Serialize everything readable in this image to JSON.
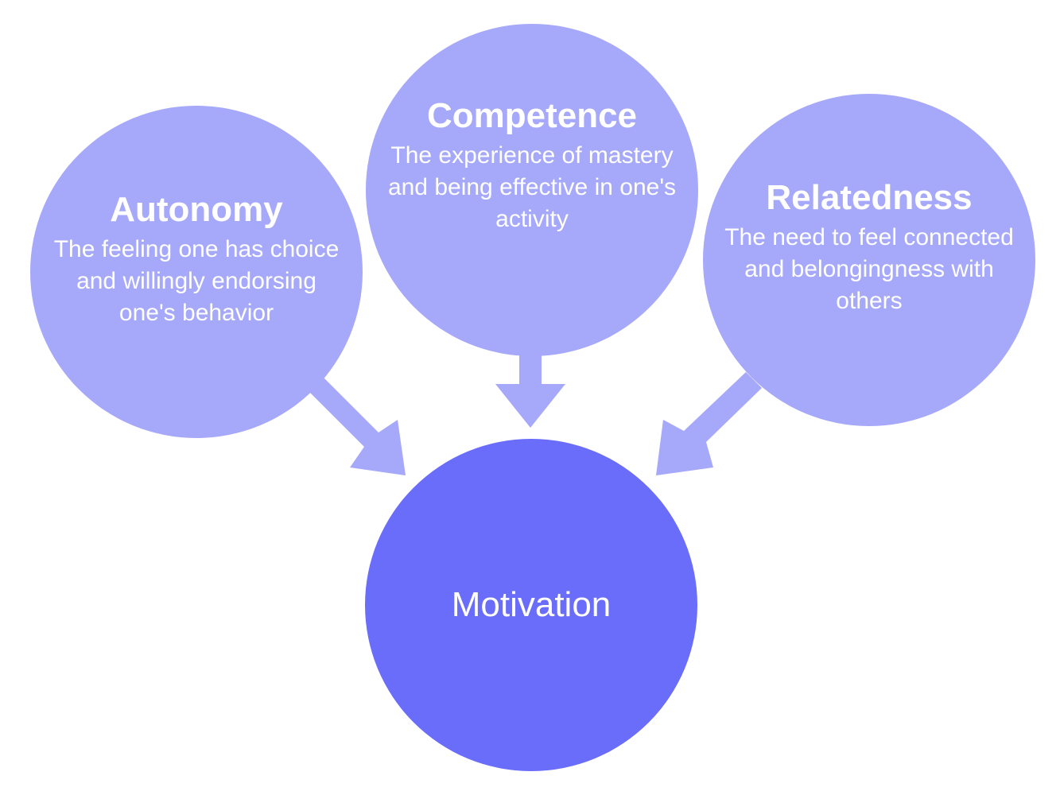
{
  "diagram": {
    "colors": {
      "need_circle": "#a6a8fa",
      "outcome_circle": "#6a6cfa",
      "arrow": "#a6a8fa",
      "text": "#ffffff"
    },
    "needs": [
      {
        "title": "Autonomy",
        "description": "The feeling one has choice and willingly endorsing one's behavior"
      },
      {
        "title": "Competence",
        "description": "The experience of mastery and being effective in one's activity"
      },
      {
        "title": "Relatedness",
        "description": "The need to feel connected and belongingness with others"
      }
    ],
    "outcome": {
      "title": "Motivation"
    }
  }
}
